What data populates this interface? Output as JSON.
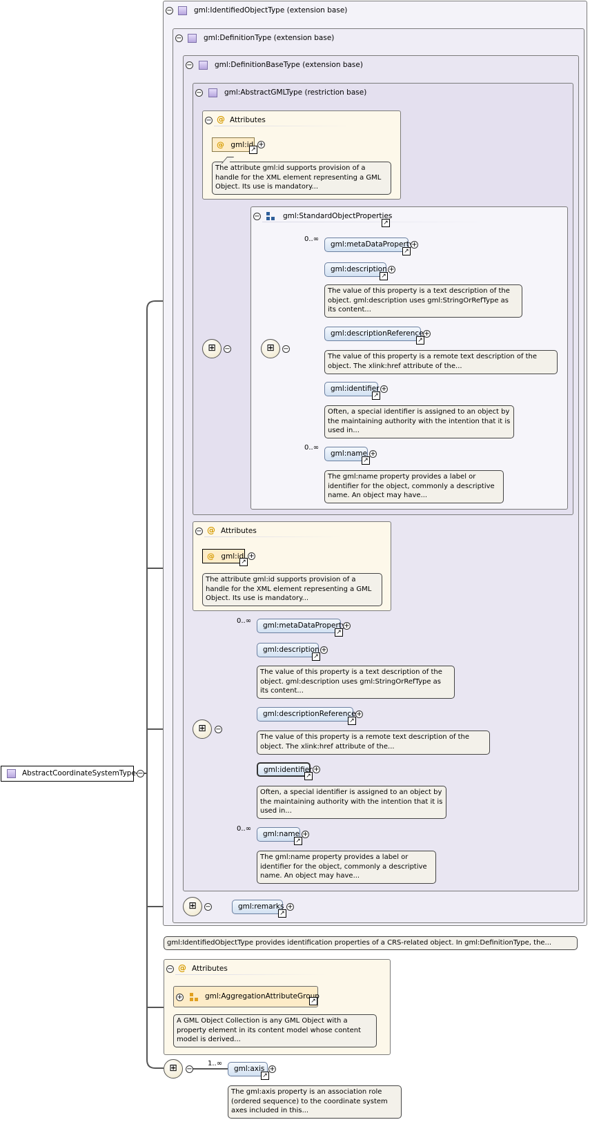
{
  "root": {
    "label": "AbstractCoordinateSystemType"
  },
  "identified": {
    "title": "gml:IdentifiedObjectType (extension base)",
    "doc": "gml:IdentifiedObjectType provides identification properties of a CRS-related object. In gml:DefinitionType, the..."
  },
  "definition": {
    "title": "gml:DefinitionType (extension base)"
  },
  "definition_base": {
    "title": "gml:DefinitionBaseType (extension base)"
  },
  "abstract_gml": {
    "title": "gml:AbstractGMLType (restriction base)",
    "attributes": {
      "title": "Attributes",
      "id_label": "gml:id",
      "id_doc": "The attribute gml:id supports provision of a handle for the XML element representing a GML Object. Its use is mandatory..."
    },
    "sop": {
      "title": "gml:StandardObjectProperties",
      "items": [
        {
          "label": "gml:metaDataProperty",
          "occ": "0..∞",
          "doc": ""
        },
        {
          "label": "gml:description",
          "occ": "",
          "doc": "The value of this property is a text description of the object. gml:description uses gml:StringOrRefType as its content..."
        },
        {
          "label": "gml:descriptionReference",
          "occ": "",
          "doc": "The value of this property is a remote text description of the object. The xlink:href attribute of the..."
        },
        {
          "label": "gml:identifier",
          "occ": "",
          "doc": "Often, a special identifier is assigned to an object by the maintaining authority with the intention that it is used in..."
        },
        {
          "label": "gml:name",
          "occ": "0..∞",
          "doc": "The gml:name property provides a label or identifier for the object, commonly a descriptive name. An object may have..."
        }
      ]
    }
  },
  "def_base_attributes": {
    "title": "Attributes",
    "id_label": "gml:id",
    "id_doc": "The attribute gml:id supports provision of a handle for the XML element representing a GML Object. Its use is mandatory..."
  },
  "def_base_seq": [
    {
      "label": "gml:metaDataProperty",
      "occ": "0..∞",
      "doc": ""
    },
    {
      "label": "gml:description",
      "occ": "",
      "doc": "The value of this property is a text description of the object. gml:description uses gml:StringOrRefType as its content..."
    },
    {
      "label": "gml:descriptionReference",
      "occ": "",
      "doc": "The value of this property is a remote text description of the object. The xlink:href attribute of the..."
    },
    {
      "label": "gml:identifier",
      "occ": "",
      "doc": "Often, a special identifier is assigned to an object by the maintaining authority with the intention that it is used in..."
    },
    {
      "label": "gml:name",
      "occ": "0..∞",
      "doc": "The gml:name property provides a label or identifier for the object, commonly a descriptive name. An object may have..."
    }
  ],
  "remarks": {
    "label": "gml:remarks"
  },
  "root_attributes": {
    "title": "Attributes",
    "group_label": "gml:AggregationAttributeGroup",
    "group_doc": "A GML Object Collection is any GML Object with a property element in its content model whose content model is derived..."
  },
  "axis": {
    "label": "gml:axis",
    "occ": "1..∞",
    "doc": "The gml:axis property is an association role (ordered sequence) to the coordinate system axes included in this..."
  },
  "icons": {
    "collapse": "minus-circle-icon",
    "expand": "plus-circle-icon",
    "link": "link-arrow-icon",
    "sequence": "sequence-icon",
    "type": "complex-type-icon",
    "attribute": "at-sign-icon",
    "group": "attribute-group-icon"
  }
}
